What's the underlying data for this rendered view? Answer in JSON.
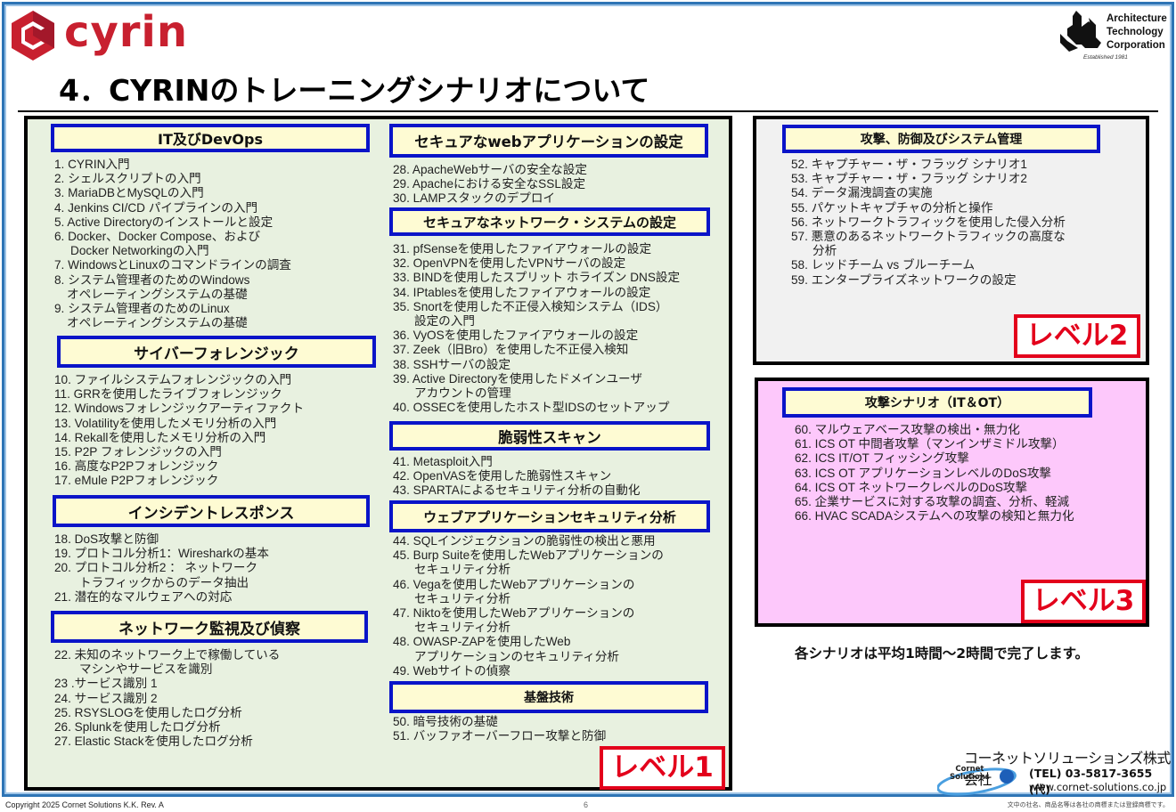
{
  "header": {
    "logo_text": "cyrin",
    "page_title": "4．CYRINのトレーニングシナリオについて",
    "partner_logo": {
      "line1": "Architecture",
      "line2": "Technology",
      "line3": "Corporation",
      "established": "Established 1981"
    }
  },
  "levels": [
    {
      "badge": "レベル1",
      "background": "#e8f1e0",
      "categories": [
        {
          "title": "IT及びDevOps",
          "items": [
            {
              "text": "1. CYRIN入門"
            },
            {
              "text": "2. シェルスクリプトの入門"
            },
            {
              "text": "3. MariaDBとMySQLの入門"
            },
            {
              "text": "4. Jenkins CI/CD パイプラインの入門"
            },
            {
              "text": "5. Active Directoryのインストールと設定"
            },
            {
              "text": "6. Docker、Docker Compose、および",
              "cont": "Docker Networkingの入門"
            },
            {
              "text": "7. WindowsとLinuxのコマンドラインの調査"
            },
            {
              "text": "8. システム管理者のためのWindows",
              "cont": "オペレーティングシステムの基礎"
            },
            {
              "text": "9. システム管理者のためのLinux",
              "cont": "オペレーティングシステムの基礎"
            }
          ]
        },
        {
          "title": "サイバーフォレンジック",
          "items": [
            {
              "text": "10. ファイルシステムフォレンジックの入門"
            },
            {
              "text": "11. GRRを使用したライブフォレンジック"
            },
            {
              "text": "12. Windowsフォレンジックアーティファクト"
            },
            {
              "text": "13. Volatilityを使用したメモリ分析の入門"
            },
            {
              "text": "14. Rekallを使用したメモリ分析の入門"
            },
            {
              "text": "15. P2P フォレンジックの入門"
            },
            {
              "text": "16. 高度なP2Pフォレンジック"
            },
            {
              "text": "17. eMule P2Pフォレンジック"
            }
          ]
        },
        {
          "title": "インシデントレスポンス",
          "items": [
            {
              "text": "18. DoS攻撃と防御"
            },
            {
              "text": "19. プロトコル分析1：Wiresharkの基本"
            },
            {
              "text": "20. プロトコル分析2 ： ネットワーク",
              "cont": "トラフィックからのデータ抽出"
            },
            {
              "text": "21. 潜在的なマルウェアへの対応"
            }
          ]
        },
        {
          "title": "ネットワーク監視及び偵察",
          "items": [
            {
              "text": "22. 未知のネットワーク上で稼働している",
              "cont": "マシンやサービスを識別"
            },
            {
              "text": "23 .サービス識別 1"
            },
            {
              "text": "24. サービス識別 2"
            },
            {
              "text": "25. RSYSLOGを使用したログ分析"
            },
            {
              "text": "26. Splunkを使用したログ分析"
            },
            {
              "text": "27. Elastic Stackを使用したログ分析"
            }
          ]
        },
        {
          "title": "セキュアなwebアプリケーションの設定",
          "items": [
            {
              "text": "28. ApacheWebサーバの安全な設定"
            },
            {
              "text": "29. Apacheにおける安全なSSL設定"
            },
            {
              "text": "30. LAMPスタックのデプロイ"
            }
          ]
        },
        {
          "title": "セキュアなネットワーク・システムの設定",
          "items": [
            {
              "text": "31. pfSenseを使用したファイアウォールの設定"
            },
            {
              "text": "32. OpenVPNを使用したVPNサーバの設定"
            },
            {
              "text": "33. BINDを使用したスプリット ホライズン DNS設定"
            },
            {
              "text": "34. IPtablesを使用したファイアウォールの設定"
            },
            {
              "text": "35. Snortを使用した不正侵入検知システム（IDS）",
              "cont": "設定の入門"
            },
            {
              "text": "36. VyOSを使用したファイアウォールの設定"
            },
            {
              "text": "37. Zeek（旧Bro）を使用した不正侵入検知"
            },
            {
              "text": "38. SSHサーバの設定"
            },
            {
              "text": "39. Active Directoryを使用したドメインユーザ",
              "cont": "アカウントの管理"
            },
            {
              "text": "40. OSSECを使用したホスト型IDSのセットアップ"
            }
          ]
        },
        {
          "title": "脆弱性スキャン",
          "items": [
            {
              "text": "41. Metasploit入門"
            },
            {
              "text": "42. OpenVASを使用した脆弱性スキャン"
            },
            {
              "text": "43. SPARTAによるセキュリティ分析の自動化"
            }
          ]
        },
        {
          "title": "ウェブアプリケーションセキュリティ分析",
          "items": [
            {
              "text": "44. SQLインジェクションの脆弱性の検出と悪用"
            },
            {
              "text": "45. Burp Suiteを使用したWebアプリケーションの",
              "cont": "セキュリティ分析"
            },
            {
              "text": "46. Vegaを使用したWebアプリケーションの",
              "cont": "セキュリティ分析"
            },
            {
              "text": "47. Niktoを使用したWebアプリケーションの",
              "cont": "セキュリティ分析"
            },
            {
              "text": "48. OWASP-ZAPを使用したWeb",
              "cont": "アプリケーションのセキュリティ分析"
            },
            {
              "text": "49. Webサイトの偵察"
            }
          ]
        },
        {
          "title": "基盤技術",
          "items": [
            {
              "text": "50. 暗号技術の基礎"
            },
            {
              "text": "51. バッファオーバーフロー攻撃と防御"
            }
          ]
        }
      ]
    },
    {
      "badge": "レベル2",
      "background": "#f1f1f1",
      "categories": [
        {
          "title": "攻撃、防御及びシステム管理",
          "items": [
            {
              "text": "52. キャプチャー・ザ・フラッグ シナリオ1"
            },
            {
              "text": "53. キャプチャー・ザ・フラッグ シナリオ2"
            },
            {
              "text": "54. データ漏洩調査の実施"
            },
            {
              "text": "55. パケットキャプチャの分析と操作"
            },
            {
              "text": "56. ネットワークトラフィックを使用した侵入分析"
            },
            {
              "text": "57. 悪意のあるネットワークトラフィックの高度な",
              "cont": "分析"
            },
            {
              "text": "58. レッドチーム vs ブルーチーム"
            },
            {
              "text": "59. エンタープライズネットワークの設定"
            }
          ]
        }
      ]
    },
    {
      "badge": "レベル3",
      "background": "#fdc8fb",
      "categories": [
        {
          "title": "攻撃シナリオ（IT＆OT）",
          "items": [
            {
              "text": "60. マルウェアベース攻撃の検出・無力化"
            },
            {
              "text": "61. ICS OT 中間者攻撃（マンインザミドル攻撃）"
            },
            {
              "text": "62. ICS IT/OT フィッシング攻撃"
            },
            {
              "text": "63. ICS OT アプリケーションレベルのDoS攻撃"
            },
            {
              "text": "64. ICS OT ネットワークレベルのDoS攻撃"
            },
            {
              "text": "65. 企業サービスに対する攻撃の調査、分析、軽減"
            },
            {
              "text": "66. HVAC SCADAシステムへの攻撃の検知と無力化"
            }
          ]
        }
      ]
    }
  ],
  "note": "各シナリオは平均1時間～2時間で完了します。",
  "company": {
    "logo_line1": "Cornet",
    "logo_line2": "Solutions",
    "name": "コーネットソリューションズ株式会社",
    "tel": "(TEL) 03-5817-3655 (代)",
    "url": "www.cornet-solutions.co.jp"
  },
  "footer": {
    "copyright": "Copyright 2025  Cornet Solutions K.K. Rev. A",
    "page_number": "6",
    "trademark_notice": "文中の社名、商品名等は各社の商標または登録商標です。"
  },
  "colors": {
    "brand_red": "#c8202f",
    "header_border": "#0a14c8",
    "header_fill": "#fefbd3",
    "badge_red": "#e3001b",
    "frame_blue": "#2e74b5"
  }
}
